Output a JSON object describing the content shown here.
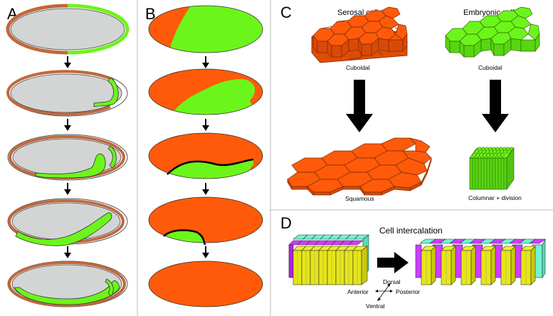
{
  "panels": {
    "A": {
      "letter": "A"
    },
    "B": {
      "letter": "B"
    },
    "C": {
      "letter": "C",
      "serosal_title": "Serosal cells",
      "embryonic_title": "Embryonic cells",
      "serosal_before": "Cuboidal",
      "embryonic_before": "Cuboidal",
      "serosal_after": "Squamous",
      "embryonic_after": "Columnar + division"
    },
    "D": {
      "letter": "D",
      "title": "Cell intercalation",
      "axes": {
        "dorsal": "Dorsal",
        "ventral": "Ventral",
        "anterior": "Anterior",
        "posterior": "Posterior"
      }
    }
  },
  "colors": {
    "serosa": "#ff5a0a",
    "embryo": "#6cf51a",
    "yolk": "#d3d5d5",
    "serosa_outline": "#c1683c",
    "cyan": "#6ff5d0",
    "magenta": "#d03cff",
    "yellow": "#f0f022"
  }
}
